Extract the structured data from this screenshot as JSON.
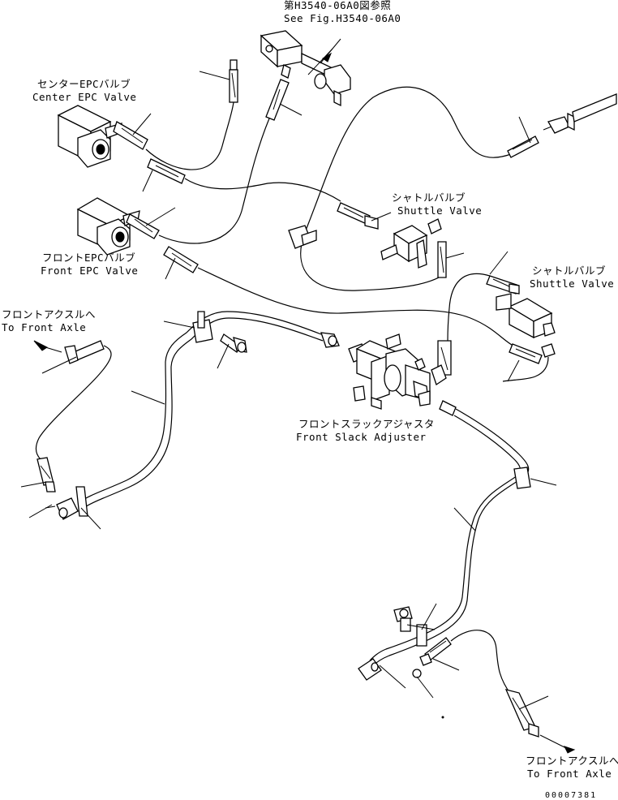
{
  "labels": {
    "see_fig_jp": "第H3540-06A0図参照",
    "see_fig_en": "See Fig.H3540-06A0",
    "center_epc_jp": "センターEPCバルブ",
    "center_epc_en": "Center EPC Valve",
    "front_epc_jp": "フロントEPCバルブ",
    "front_epc_en": "Front EPC Valve",
    "shuttle1_jp": "シャトルバルブ",
    "shuttle1_en": "Shuttle Valve",
    "shuttle2_jp": "シャトルバルブ",
    "shuttle2_en": "Shuttle Valve",
    "to_front_axle1_jp": "フロントアクスルへ",
    "to_front_axle1_en": "To Front Axle",
    "slack_jp": "フロントスラックアジャスタ",
    "slack_en": "Front Slack Adjuster",
    "to_front_axle2_jp": "フロントアクスルへ",
    "to_front_axle2_en": "To Front Axle",
    "drawing_no": "00007381"
  }
}
